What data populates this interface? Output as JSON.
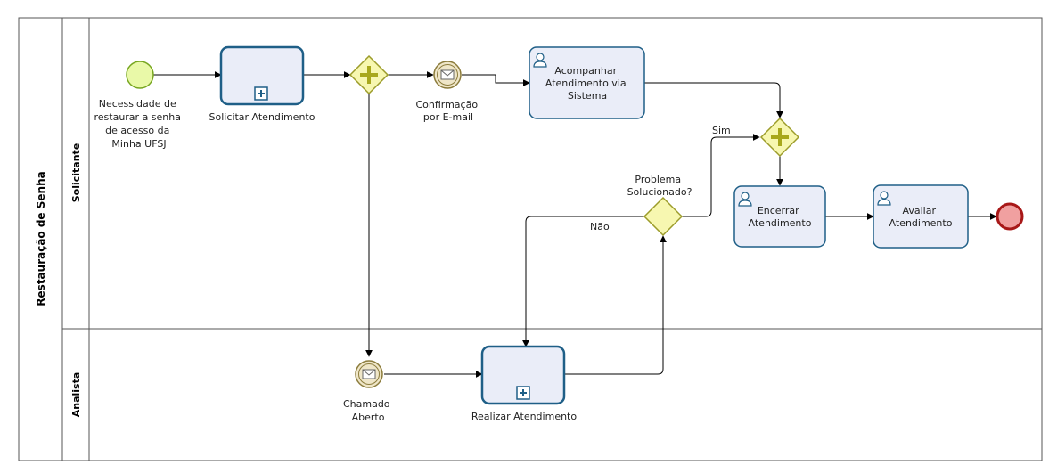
{
  "pool": {
    "title": "Restauração de Senha"
  },
  "lanes": [
    {
      "title": "Solicitante"
    },
    {
      "title": "Analista"
    }
  ],
  "events": {
    "start": {
      "label": [
        "Necessidade de",
        "restaurar a senha",
        "de acesso da",
        "Minha UFSJ"
      ]
    },
    "confirmacao": {
      "label": [
        "Confirmação",
        "por E-mail"
      ]
    },
    "chamado": {
      "label": [
        "Chamado",
        "Aberto"
      ]
    }
  },
  "tasks": {
    "solicitar": {
      "label": [
        "Solicitar Atendimento"
      ]
    },
    "acompanhar": {
      "label": [
        "Acompanhar",
        "Atendimento via",
        "Sistema"
      ]
    },
    "encerrar": {
      "label": [
        "Encerrar",
        "Atendimento"
      ]
    },
    "avaliar": {
      "label": [
        "Avaliar",
        "Atendimento"
      ]
    },
    "realizar": {
      "label": [
        "Realizar Atendimento"
      ]
    }
  },
  "gateways": {
    "problema": {
      "label": [
        "Problema",
        "Solucionado?"
      ]
    }
  },
  "flow_labels": {
    "sim": "Sim",
    "nao": "Não"
  },
  "colors": {
    "task_fill": "#eaedf8",
    "task_stroke": "#1f5f87",
    "gateway_fill": "#f7f7b0",
    "gateway_stroke": "#9c9c2a",
    "gateway_plus": "#a8a81c",
    "start_fill": "#e9f9a8",
    "start_stroke": "#77a620",
    "end_fill": "#f0a0a0",
    "end_stroke": "#a81818",
    "msg_fill": "#efe6c8",
    "msg_stroke": "#8c7c3c"
  }
}
